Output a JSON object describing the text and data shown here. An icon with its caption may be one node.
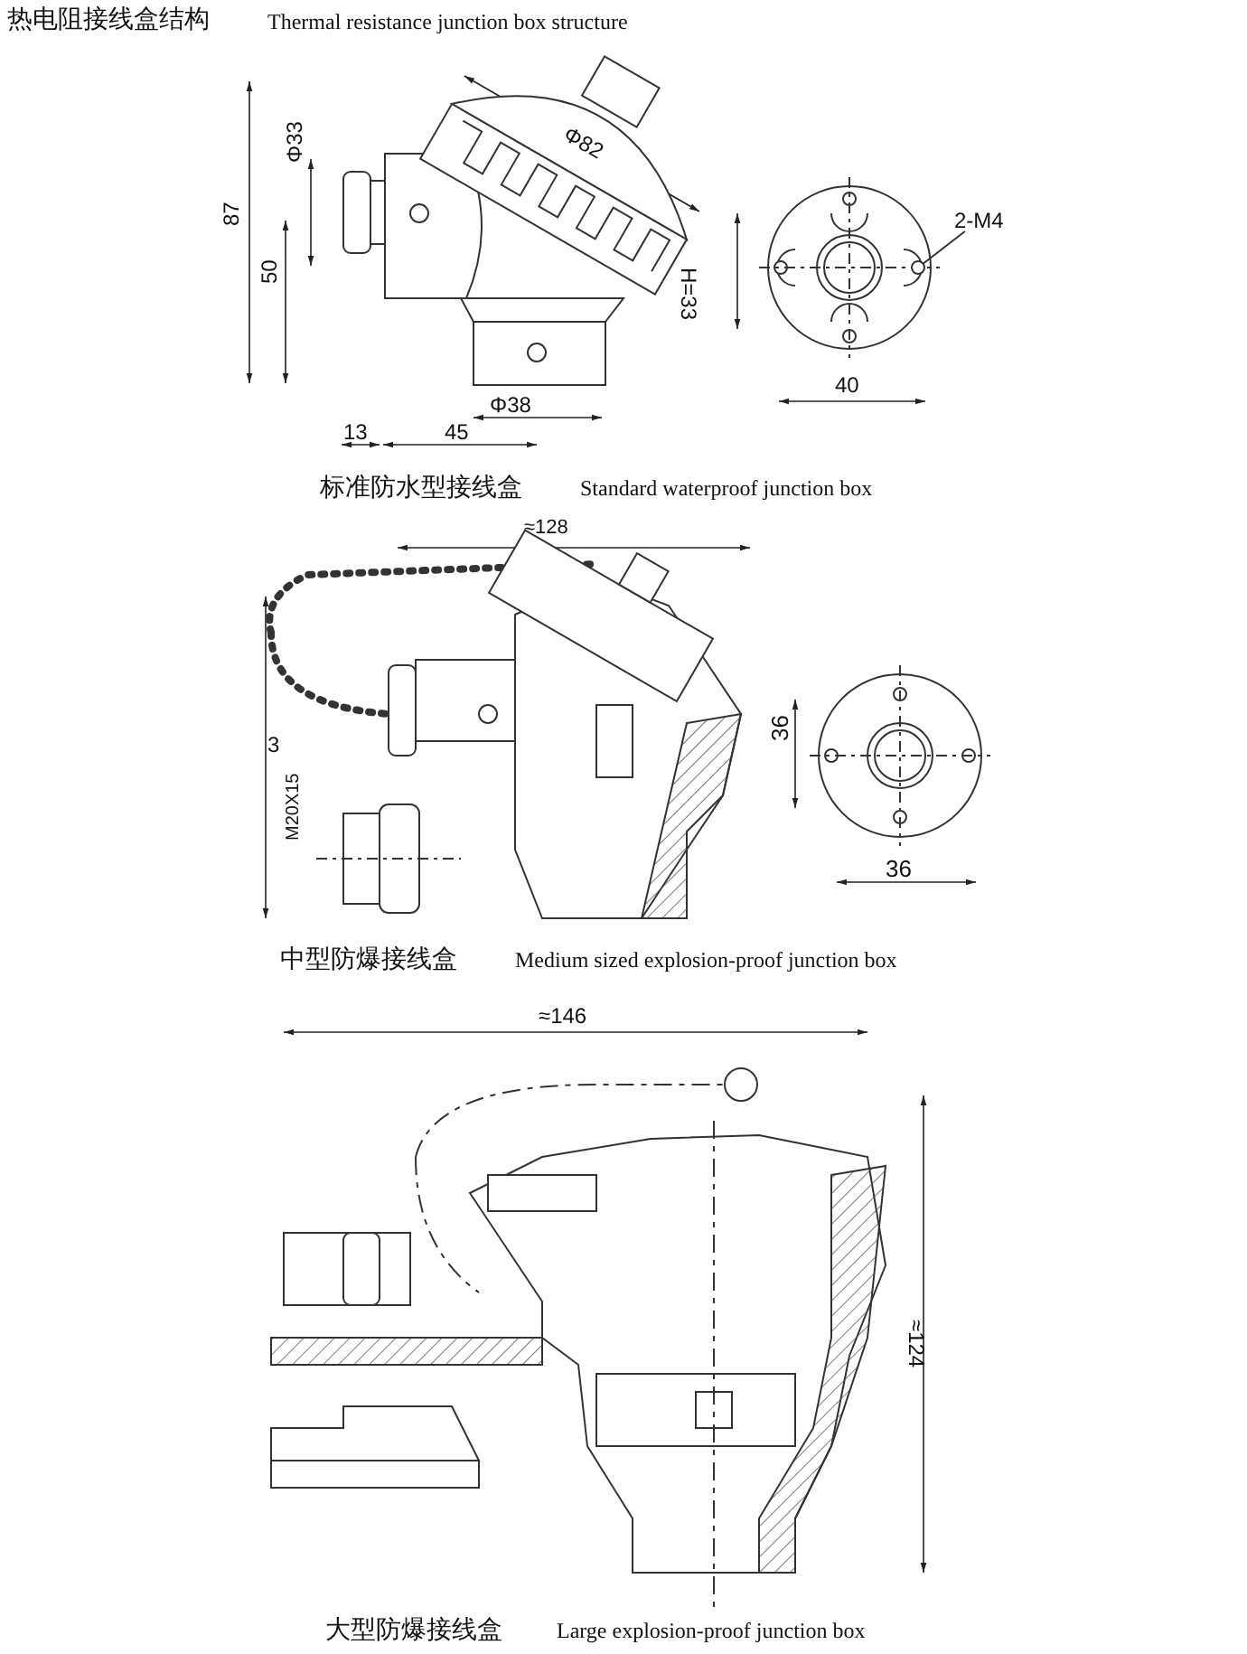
{
  "diagram": {
    "nodes": [
      {
        "text": [
          "2-M4"
        ]
      },
      {
        "text": [],
        "shape": "circle"
      }
    ],
    "edges": [
      {
        "from": 0,
        "to": 1,
        "arrow": "none"
      }
    ],
    "labels": [
      "热电阻接线盒结构",
      "Thermal resistance junction box structure",
      "Φ82",
      "Φ33",
      "87",
      "50",
      "H=33",
      "40",
      "Φ38",
      "13",
      "45",
      "标准防水型接线盒",
      "Standard waterproof junction box",
      "≈128",
      "3",
      "36",
      "M20X15",
      "36",
      "中型防爆接线盒",
      "Medium sized explosion-proof junction box",
      "≈146",
      "≈124",
      "大型防爆接线盒",
      "Large explosion-proof junction box"
    ]
  }
}
